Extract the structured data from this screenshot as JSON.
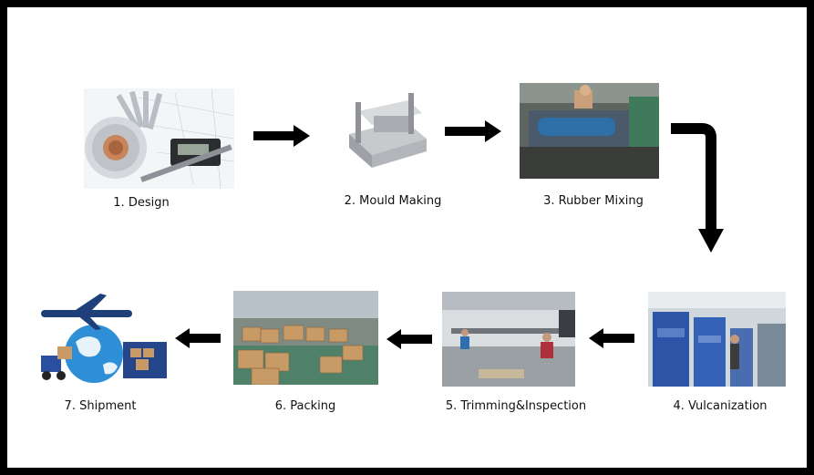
{
  "steps": [
    {
      "label": "1. Design"
    },
    {
      "label": "2. Mould Making"
    },
    {
      "label": "3. Rubber Mixing"
    },
    {
      "label": "4. Vulcanization"
    },
    {
      "label": "5. Trimming&Inspection"
    },
    {
      "label": "6. Packing"
    },
    {
      "label": "7. Shipment"
    }
  ],
  "colors": {
    "background": "#000000",
    "panel": "#ffffff",
    "arrow": "#000000"
  }
}
